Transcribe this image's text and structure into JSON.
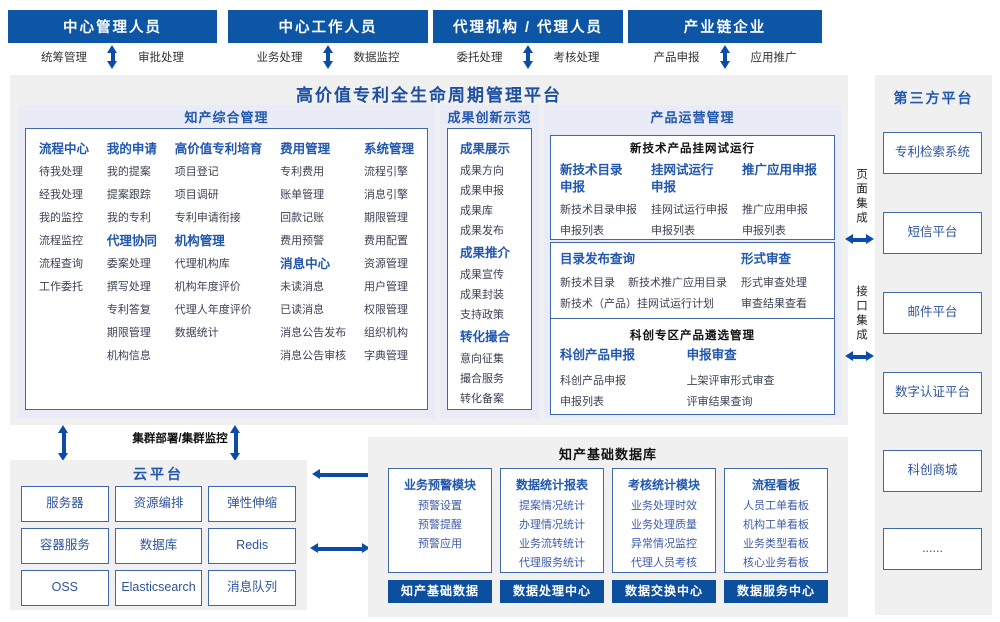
{
  "colors": {
    "header_bg": "#0d55a5",
    "accent_blue": "#2257ae",
    "arrow_blue": "#0b4da6",
    "panel_bg": "#f0f0f1",
    "section_bg": "#e9ebf7",
    "box_border": "#4066b0",
    "bar_bg": "#0d4f9f",
    "title_blue": "#1d4fa1",
    "item_text": "#3c4254"
  },
  "actors": [
    {
      "title": "中心管理人员",
      "left_label": "统筹管理",
      "right_label": "审批处理"
    },
    {
      "title": "中心工作人员",
      "left_label": "业务处理",
      "right_label": "数据监控"
    },
    {
      "title": "代理机构 / 代理人员",
      "left_label": "委托处理",
      "right_label": "考核处理"
    },
    {
      "title": "产业链企业",
      "left_label": "产品申报",
      "right_label": "应用推广"
    }
  ],
  "platform": {
    "title": "高价值专利全生命周期管理平台"
  },
  "ipm": {
    "title": "知产综合管理",
    "columns": [
      {
        "groups": [
          {
            "header": "流程中心",
            "items": [
              "待我处理",
              "经我处理",
              "我的监控",
              "流程监控",
              "流程查询",
              "工作委托"
            ]
          }
        ]
      },
      {
        "groups": [
          {
            "header": "我的申请",
            "items": [
              "我的提案",
              "提案跟踪",
              "我的专利"
            ]
          },
          {
            "header": "代理协同",
            "items": [
              "委案处理",
              "撰写处理",
              "专利答复",
              "期限管理",
              "机构信息"
            ]
          }
        ]
      },
      {
        "groups": [
          {
            "header": "高价值专利培育",
            "items": [
              "项目登记",
              "项目调研",
              "专利申请衔接"
            ]
          },
          {
            "header": "机构管理",
            "items": [
              "代理机构库",
              "机构年度评价",
              "代理人年度评价",
              "数据统计"
            ]
          }
        ]
      },
      {
        "groups": [
          {
            "header": "费用管理",
            "items": [
              "专利费用",
              "账单管理",
              "回款记账",
              "费用预警"
            ]
          },
          {
            "header": "消息中心",
            "items": [
              "未读消息",
              "已读消息",
              "消息公告发布",
              "消息公告审核"
            ]
          }
        ]
      },
      {
        "groups": [
          {
            "header": "系统管理",
            "items": [
              "流程引擎",
              "消息引擎",
              "期限管理",
              "费用配置",
              "资源管理",
              "用户管理",
              "权限管理",
              "组织机构",
              "字典管理"
            ]
          }
        ]
      }
    ]
  },
  "demo": {
    "title": "成果创新示范",
    "groups": [
      {
        "header": "成果展示",
        "items": [
          "成果方向",
          "成果申报",
          "成果库",
          "成果发布"
        ]
      },
      {
        "header": "成果推介",
        "items": [
          "成果宣传",
          "成果封装",
          "支持政策"
        ]
      },
      {
        "header": "转化撮合",
        "items": [
          "意向征集",
          "撮合服务",
          "转化备案"
        ]
      }
    ]
  },
  "product": {
    "title": "产品运营管理",
    "box1": {
      "title": "新技术产品挂网试运行",
      "columns": [
        {
          "header": "新技术目录申报",
          "items": [
            "新技术目录申报",
            "申报列表"
          ]
        },
        {
          "header": "挂网试运行申报",
          "items": [
            "挂网试运行申报",
            "申报列表"
          ]
        },
        {
          "header": "推广应用申报",
          "items": [
            "推广应用申报",
            "申报列表"
          ]
        }
      ]
    },
    "box2": {
      "catalog": {
        "header": "目录发布查询",
        "row1": [
          "新技术目录",
          "新技术推广应用目录"
        ],
        "row2": "新技术（产品）挂网试运行计划"
      },
      "review": {
        "header": "形式审查",
        "items": [
          "形式审查处理",
          "审查结果查看"
        ]
      }
    },
    "box3": {
      "title": "科创专区产品遴选管理",
      "columns": [
        {
          "header": "科创产品申报",
          "items": [
            "科创产品申报",
            "申报列表"
          ]
        },
        {
          "header": "申报审查",
          "items": [
            "上架评审形式审查",
            "评审结果查询"
          ]
        }
      ]
    }
  },
  "third_party": {
    "title": "第三方平台",
    "page_integration": "页面集成",
    "api_integration": "接口集成",
    "items": [
      "专利检索系统",
      "短信平台",
      "邮件平台",
      "数字认证平台",
      "科创商城",
      "......"
    ]
  },
  "cloud": {
    "title": "云平台",
    "cluster_label": "集群部署/集群监控",
    "items": [
      "服务器",
      "资源编排",
      "弹性伸缩",
      "容器服务",
      "数据库",
      "Redis",
      "OSS",
      "Elasticsearch",
      "消息队列"
    ]
  },
  "db": {
    "title": "知产基础数据库",
    "modules": [
      {
        "header": "业务预警模块",
        "items": [
          "预警设置",
          "预警提醒",
          "预警应用"
        ],
        "footer": "知产基础数据"
      },
      {
        "header": "数据统计报表",
        "items": [
          "提案情况统计",
          "办理情况统计",
          "业务流转统计",
          "代理服务统计"
        ],
        "footer": "数据处理中心"
      },
      {
        "header": "考核统计模块",
        "items": [
          "业务处理时效",
          "业务处理质量",
          "异常情况监控",
          "代理人员考核"
        ],
        "footer": "数据交换中心"
      },
      {
        "header": "流程看板",
        "items": [
          "人员工单看板",
          "机构工单看板",
          "业务类型看板",
          "核心业务看板"
        ],
        "footer": "数据服务中心"
      }
    ]
  }
}
